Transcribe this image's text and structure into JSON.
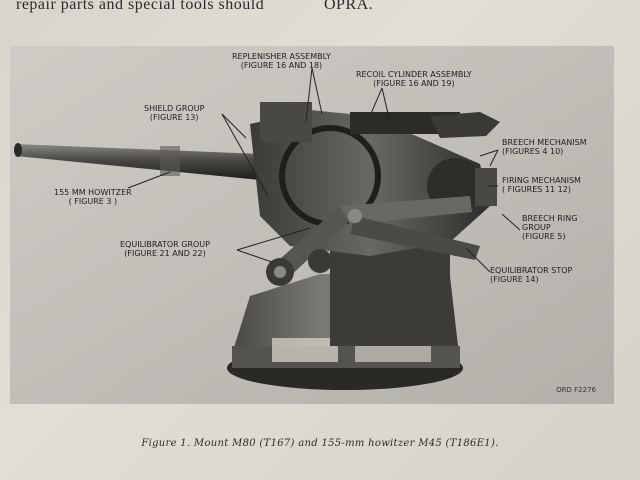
{
  "top_text": {
    "left": "repair parts and special tools should",
    "right": "OPRA."
  },
  "labels": {
    "replenisher": [
      "REPLENISHER ASSEMBLY",
      "(FIGURE 16 AND 18)"
    ],
    "recoil": [
      "RECOIL CYLINDER ASSEMBLY",
      "(FIGURE 16 AND 19)"
    ],
    "shield": [
      "SHIELD GROUP",
      "(FIGURE 13)"
    ],
    "breech_mechanism": [
      "BREECH MECHANISM",
      "(FIGURES 4  10)"
    ],
    "firing_mechanism": [
      "FIRING MECHANISM",
      "( FIGURES 11  12)"
    ],
    "howitzer": [
      "155 MM HOWITZER",
      "( FIGURE 3 )"
    ],
    "breech_ring": [
      "BREECH RING",
      "GROUP",
      "(FIGURE 5)"
    ],
    "equilibrator_group": [
      "EQUILIBRATOR GROUP",
      "(FIGURE 21 AND 22)"
    ],
    "equilibrator_stop": [
      "EQUILIBRATOR STOP",
      "(FIGURE 14)"
    ]
  },
  "photo_ref": "ORD F2276",
  "caption": "Figure  1. Mount M80 (T167) and 155-mm howitzer M45 (T186E1)."
}
